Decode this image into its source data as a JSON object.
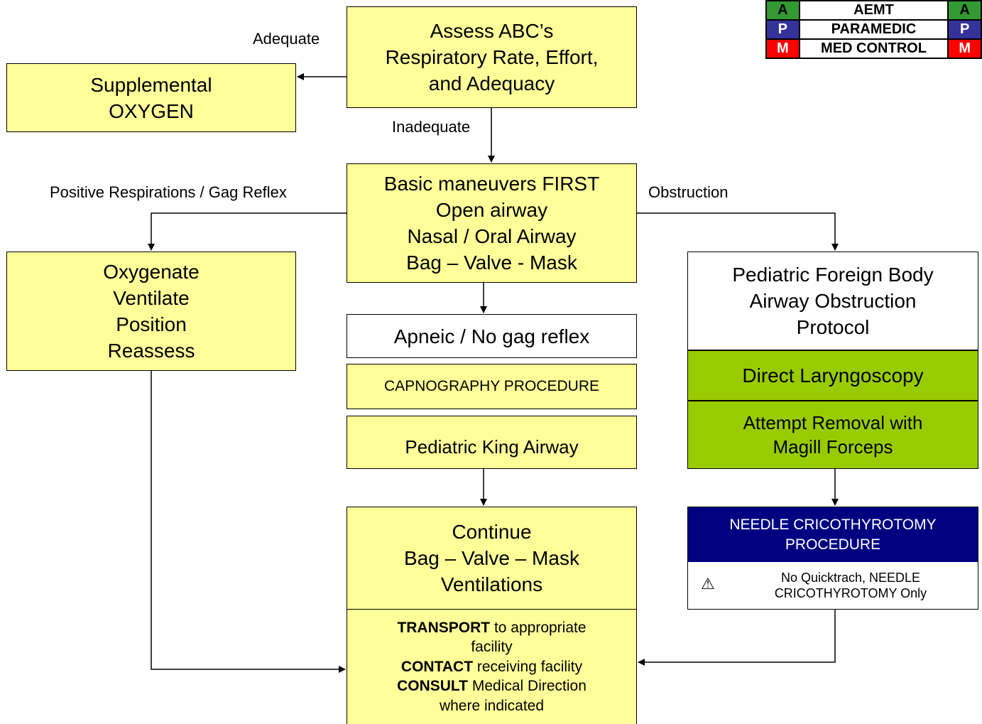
{
  "legend": [
    {
      "code": "A",
      "label": "AEMT",
      "color": "#339933",
      "text_color": "#000000"
    },
    {
      "code": "P",
      "label": "PARAMEDIC",
      "color": "#333399",
      "text_color": "#ffffff"
    },
    {
      "code": "M",
      "label": "MED CONTROL",
      "color": "#ff0000",
      "text_color": "#ffffff"
    }
  ],
  "assess": [
    "Assess ABC’s",
    "Respiratory Rate, Effort,",
    "and Adequacy"
  ],
  "supplemental": [
    "Supplemental",
    "OXYGEN"
  ],
  "labels": {
    "adequate": "Adequate",
    "inadequate": "Inadequate",
    "positive": "Positive Respirations / Gag Reflex",
    "obstruction": "Obstruction"
  },
  "basic": [
    "Basic maneuvers FIRST",
    "Open airway",
    "Nasal / Oral Airway",
    "Bag – Valve - Mask"
  ],
  "oxygenate": [
    "Oxygenate",
    "Ventilate",
    "Position",
    "Reassess"
  ],
  "apneic": "Apneic / No gag reflex",
  "capnography": "CAPNOGRAPHY PROCEDURE",
  "king_airway": "Pediatric King Airway",
  "foreign_body": [
    "Pediatric Foreign Body",
    "Airway Obstruction",
    "Protocol"
  ],
  "direct_laryngoscopy": "Direct Laryngoscopy",
  "magill": [
    "Attempt Removal with",
    "Magill Forceps"
  ],
  "needle": {
    "title": [
      "NEEDLE CRICOTHYROTOMY",
      "PROCEDURE"
    ],
    "warning_icon": "⚠",
    "warning": [
      "No Quicktrach, NEEDLE",
      "CRICOTHYROTOMY Only"
    ]
  },
  "continue": [
    "Continue",
    "Bag – Valve – Mask",
    "Ventilations"
  ],
  "transport": [
    {
      "bold": "TRANSPORT",
      "rest": " to appropriate"
    },
    {
      "bold": "",
      "rest": "facility"
    },
    {
      "bold": "CONTACT",
      "rest": " receiving facility"
    },
    {
      "bold": "CONSULT",
      "rest": " Medical Direction"
    },
    {
      "bold": "",
      "rest": "where indicated"
    }
  ],
  "colors": {
    "yellow_box": "#ffff99",
    "green_box": "#99cc00",
    "navy_box": "#000080"
  }
}
